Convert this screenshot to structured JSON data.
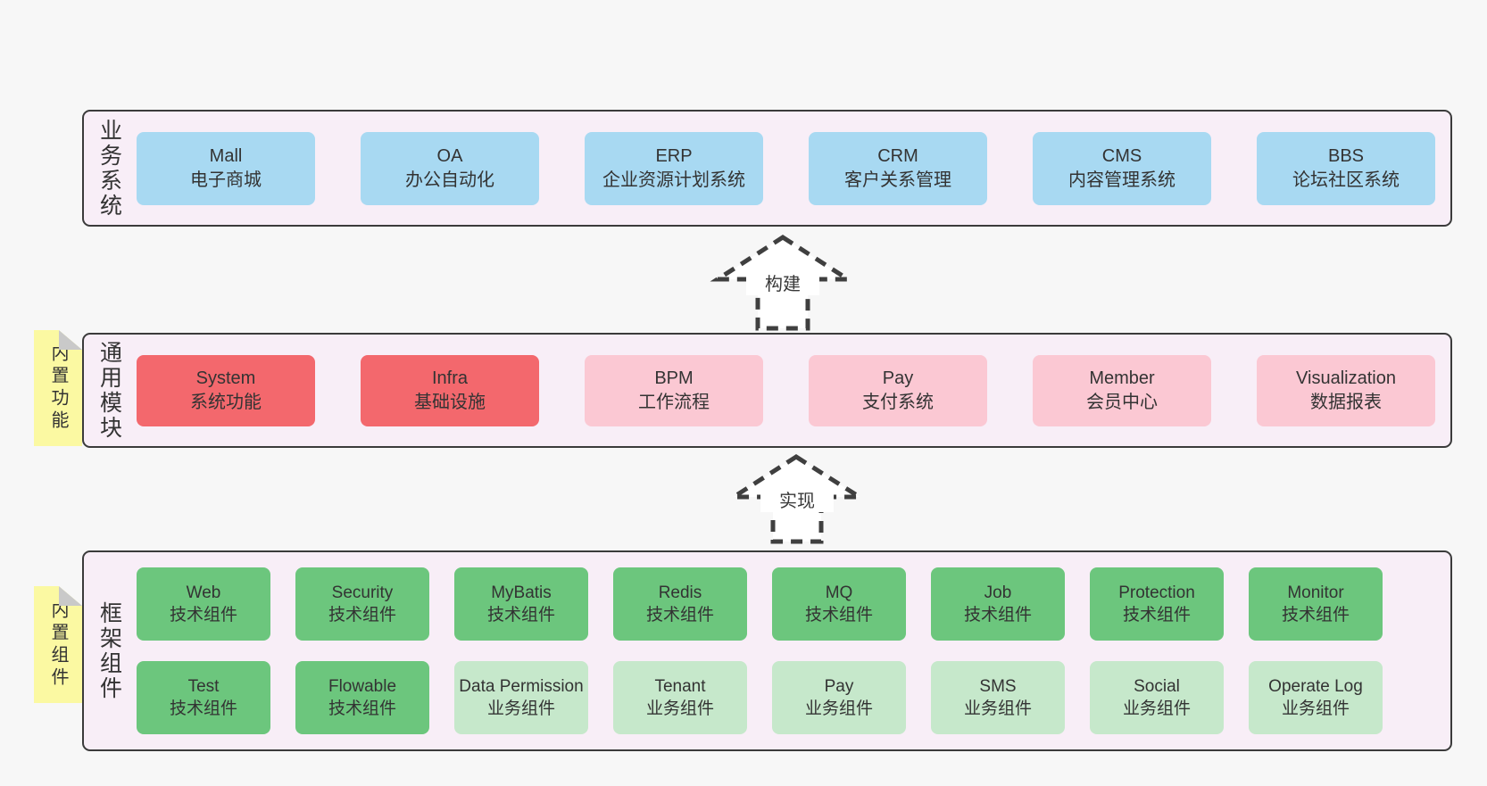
{
  "colors": {
    "page_bg": "#f7f7f7",
    "band_bg": "#f8eef7",
    "band_border": "#3b3b3b",
    "blue_box": "#a8d9f2",
    "red_box": "#f3686d",
    "pink_box": "#fbc8d3",
    "green_dark_box": "#6cc67d",
    "green_light_box": "#c6e8cb",
    "sticky_yellow": "#fbf9a2",
    "sticky_fold": "#c9c9c9",
    "text": "#383838",
    "arrow_dash": "#3f3f3f"
  },
  "bands": {
    "business": {
      "label": "业务系统",
      "boxes": [
        {
          "title": "Mall",
          "subtitle": "电子商城"
        },
        {
          "title": "OA",
          "subtitle": "办公自动化"
        },
        {
          "title": "ERP",
          "subtitle": "企业资源计划系统"
        },
        {
          "title": "CRM",
          "subtitle": "客户关系管理"
        },
        {
          "title": "CMS",
          "subtitle": "内容管理系统"
        },
        {
          "title": "BBS",
          "subtitle": "论坛社区系统"
        }
      ]
    },
    "modules": {
      "label": "通用模块",
      "sticky": "内置功能",
      "boxes": [
        {
          "title": "System",
          "subtitle": "系统功能"
        },
        {
          "title": "Infra",
          "subtitle": "基础设施"
        },
        {
          "title": "BPM",
          "subtitle": "工作流程"
        },
        {
          "title": "Pay",
          "subtitle": "支付系统"
        },
        {
          "title": "Member",
          "subtitle": "会员中心"
        },
        {
          "title": "Visualization",
          "subtitle": "数据报表"
        }
      ]
    },
    "components": {
      "label": "框架组件",
      "sticky": "内置组件",
      "row1": [
        {
          "title": "Web",
          "subtitle": "技术组件"
        },
        {
          "title": "Security",
          "subtitle": "技术组件"
        },
        {
          "title": "MyBatis",
          "subtitle": "技术组件"
        },
        {
          "title": "Redis",
          "subtitle": "技术组件"
        },
        {
          "title": "MQ",
          "subtitle": "技术组件"
        },
        {
          "title": "Job",
          "subtitle": "技术组件"
        },
        {
          "title": "Protection",
          "subtitle": "技术组件"
        },
        {
          "title": "Monitor",
          "subtitle": "技术组件"
        }
      ],
      "row2": [
        {
          "title": "Test",
          "subtitle": "技术组件"
        },
        {
          "title": "Flowable",
          "subtitle": "技术组件"
        },
        {
          "title": "Data Permission",
          "subtitle": "业务组件"
        },
        {
          "title": "Tenant",
          "subtitle": "业务组件"
        },
        {
          "title": "Pay",
          "subtitle": "业务组件"
        },
        {
          "title": "SMS",
          "subtitle": "业务组件"
        },
        {
          "title": "Social",
          "subtitle": "业务组件"
        },
        {
          "title": "Operate Log",
          "subtitle": "业务组件"
        }
      ]
    }
  },
  "arrows": {
    "build": "构建",
    "implement": "实现"
  }
}
